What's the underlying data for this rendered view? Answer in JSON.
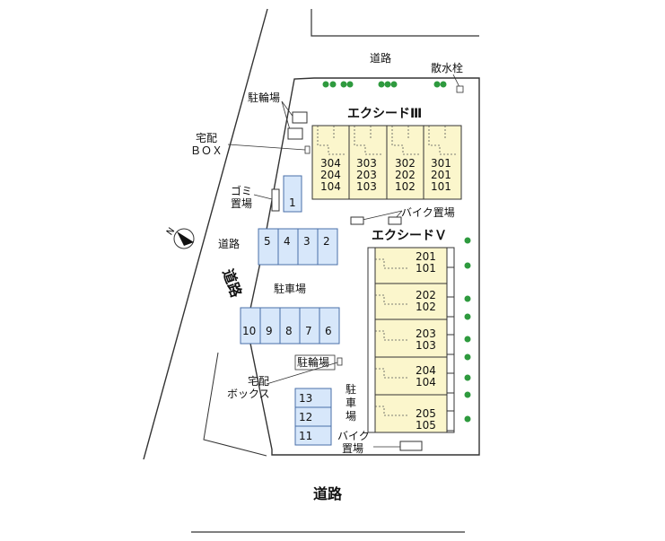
{
  "roads": {
    "top": "道路",
    "left_small": "道路",
    "left_big": "道路",
    "bottom": "道路"
  },
  "labels": {
    "hydrant": "散水栓",
    "bike_parking_top": "駐輪場",
    "delivery_box_top": [
      "宅配",
      "ＢＯＸ"
    ],
    "garbage": [
      "ゴミ",
      "置場"
    ],
    "motorbike_top": "バイク置場",
    "parking_main": "駐車場",
    "bike_parking_mid": "駐輪場",
    "delivery_box_bottom": [
      "宅配",
      "ボックス"
    ],
    "parking_vertical": [
      "駐",
      "車",
      "場"
    ],
    "motorbike_bottom": [
      "バイク",
      "置場"
    ]
  },
  "buildings": {
    "excede3": {
      "title": "エクシードⅢ",
      "units": [
        [
          "304",
          "204",
          "104"
        ],
        [
          "303",
          "203",
          "103"
        ],
        [
          "302",
          "202",
          "102"
        ],
        [
          "301",
          "201",
          "101"
        ]
      ]
    },
    "excede5": {
      "title": "エクシードＶ",
      "units": [
        [
          "201",
          "101"
        ],
        [
          "202",
          "102"
        ],
        [
          "203",
          "103"
        ],
        [
          "204",
          "104"
        ],
        [
          "205",
          "105"
        ]
      ]
    }
  },
  "parking": {
    "row_top": [
      "1"
    ],
    "row_a": [
      "5",
      "4",
      "3",
      "2"
    ],
    "row_b": [
      "10",
      "9",
      "8",
      "7",
      "6"
    ],
    "row_c": [
      "13",
      "12",
      "11"
    ]
  },
  "colors": {
    "building_fill": "#fbf6cc",
    "parking_fill": "#d7e7fa",
    "parking_stroke": "#4a6fa8",
    "tree": "#2e9a3e"
  },
  "icons": {
    "north": "north-arrow-icon"
  }
}
